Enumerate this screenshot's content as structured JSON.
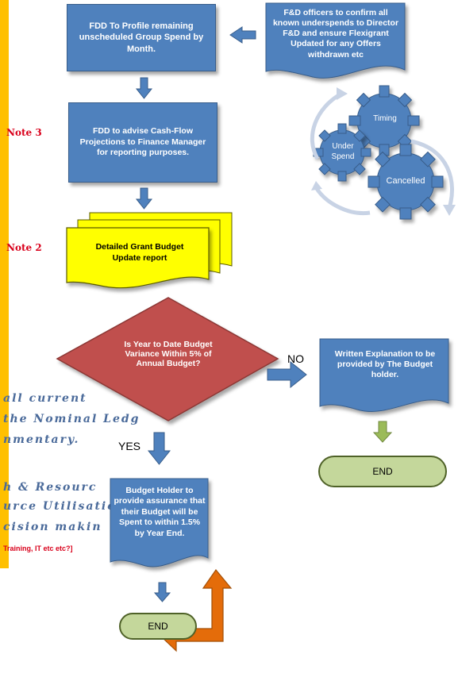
{
  "boxes": {
    "fdd_profile": "FDD To Profile remaining unscheduled Group Spend by Month.",
    "fd_officers": "F&D officers to confirm  all known underspends to Director F&D and ensure Flexigrant Updated for any Offers withdrawn etc",
    "cashflow": "FDD to advise Cash-Flow Projections to  Finance Manager for reporting purposes.",
    "report": "Detailed Grant Budget Update report",
    "decision": "Is  Year to Date Budget Variance Within 5% of Annual Budget?",
    "written": "Written Explanation to be provided by The Budget holder.",
    "assurance": "Budget Holder to provide assurance that their Budget will be Spent to within 1.5% by Year End."
  },
  "gears": {
    "timing": "Timing",
    "underspend": "Under Spend",
    "cancelled": "Cancelled"
  },
  "notes": {
    "note3": "Note 3",
    "note2": "Note 2"
  },
  "labels": {
    "no": "NO",
    "yes": "YES"
  },
  "ends": {
    "end_right": "END",
    "end_bottom": "END"
  },
  "background_text": {
    "line1": "all current",
    "line2": "the Nominal Ledg",
    "line3": "nmentary.",
    "line4": "h & Resourc",
    "line5": "urce Utilisatio",
    "line6": "cision makin",
    "red_line": "Training, IT etc etc?]"
  },
  "colors": {
    "process_blue": "#4f81bd",
    "decision_red": "#c0504d",
    "doc_yellow": "#ffff00",
    "end_green": "#c4d79b",
    "arrow_green": "#9bbb59",
    "arrow_orange": "#e46c0a",
    "left_bar": "#ffc000"
  }
}
